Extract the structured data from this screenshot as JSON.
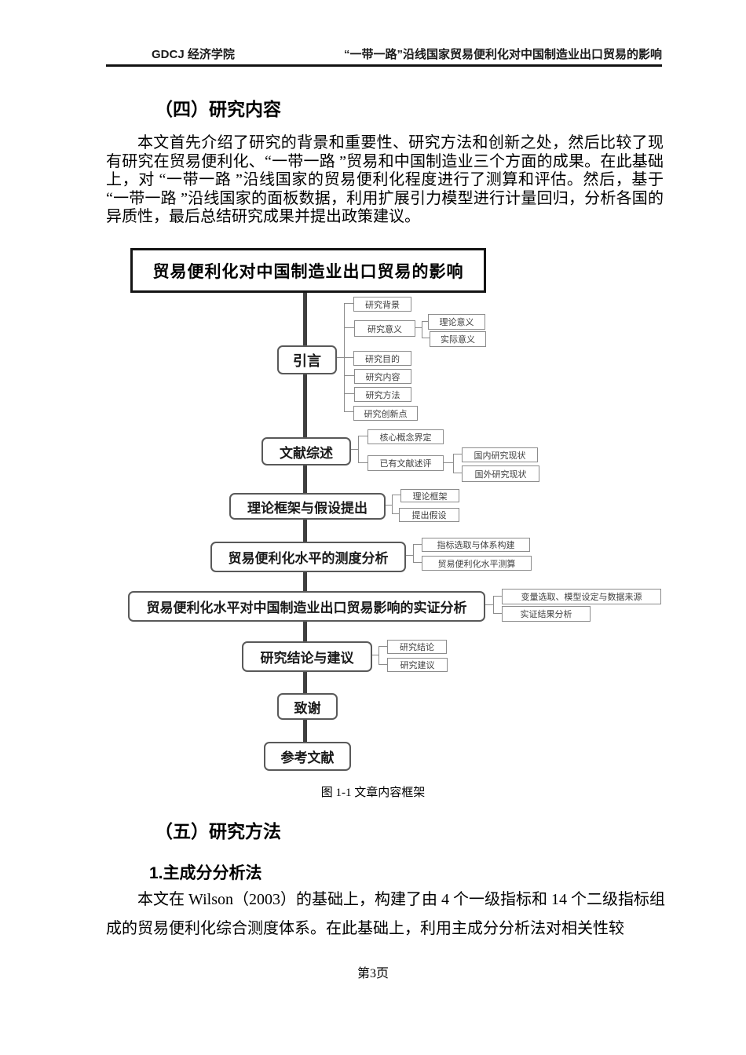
{
  "header": {
    "left": "GDCJ 经济学院",
    "right": "“一带一路”沿线国家贸易便利化对中国制造业出口贸易的影响"
  },
  "section4": {
    "title": "（四）研究内容",
    "paragraph": "本文首先介绍了研究的背景和重要性、研究方法和创新之处，然后比较了现有研究在贸易便利化、“一带一路 ”贸易和中国制造业三个方面的成果。在此基础上，对 “一带一路 ”沿线国家的贸易便利化程度进行了测算和评估。然后，基于 “一带一路 ”沿线国家的面板数据，利用扩展引力模型进行计量回归，分析各国的异质性，最后总结研究成果并提出政策建议。"
  },
  "diagram": {
    "root": "贸易便利化对中国制造业出口贸易的影响",
    "caption": "图 1-1 文章内容框架",
    "sections": [
      {
        "label": "引言",
        "children": [
          {
            "label": "研究背景"
          },
          {
            "label": "研究意义",
            "children": [
              {
                "label": "理论意义"
              },
              {
                "label": "实际意义"
              }
            ]
          },
          {
            "label": "研究目的"
          },
          {
            "label": "研究内容"
          },
          {
            "label": "研究方法"
          },
          {
            "label": "研究创新点"
          }
        ]
      },
      {
        "label": "文献综述",
        "children": [
          {
            "label": "核心概念界定"
          },
          {
            "label": "已有文献述评",
            "children": [
              {
                "label": "国内研究现状"
              },
              {
                "label": "国外研究现状"
              }
            ]
          }
        ]
      },
      {
        "label": "理论框架与假设提出",
        "children": [
          {
            "label": "理论框架"
          },
          {
            "label": "提出假设"
          }
        ]
      },
      {
        "label": "贸易便利化水平的测度分析",
        "children": [
          {
            "label": "指标选取与体系构建"
          },
          {
            "label": "贸易便利化水平测算"
          }
        ]
      },
      {
        "label": "贸易便利化水平对中国制造业出口贸易影响的实证分析",
        "children": [
          {
            "label": "变量选取、模型设定与数据来源"
          },
          {
            "label": "实证结果分析"
          }
        ]
      },
      {
        "label": "研究结论与建议",
        "children": [
          {
            "label": "研究结论"
          },
          {
            "label": "研究建议"
          }
        ]
      },
      {
        "label": "致谢"
      },
      {
        "label": "参考文献"
      }
    ]
  },
  "section5": {
    "title": "（五）研究方法",
    "subsection": "1.主成分分析法",
    "paragraph": "本文在 Wilson（2003）的基础上，构建了由 4 个一级指标和 14 个二级指标组成的贸易便利化综合测度体系。在此基础上，利用主成分分析法对相关性较"
  },
  "footer": {
    "page_number": "第3页"
  }
}
